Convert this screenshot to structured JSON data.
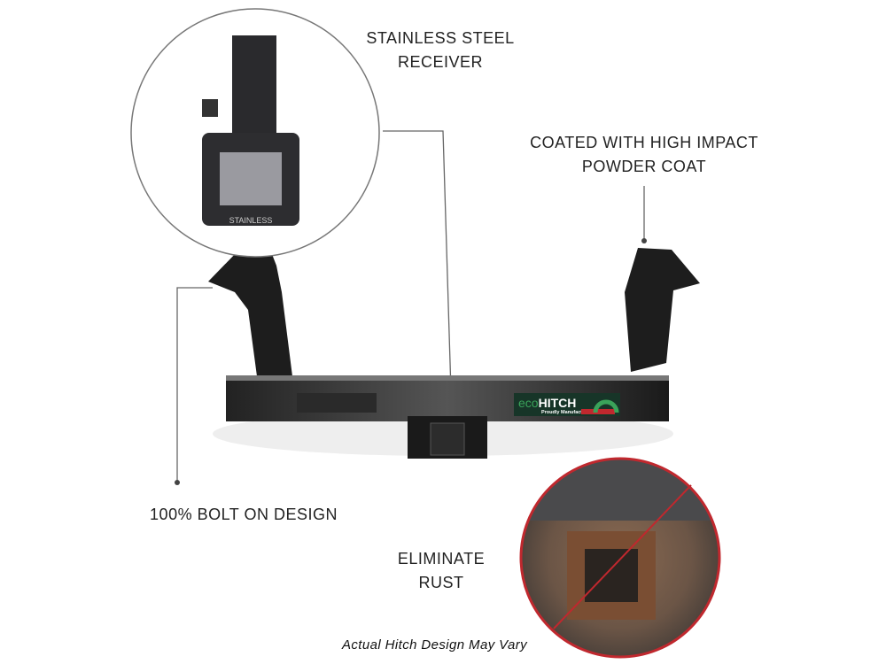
{
  "callouts": {
    "receiver": [
      "STAINLESS STEEL",
      "RECEIVER"
    ],
    "powder_coat": [
      "COATED WITH HIGH IMPACT",
      "POWDER COAT"
    ],
    "bolt_on": [
      "100% BOLT ON DESIGN"
    ],
    "rust": [
      "ELIMINATE",
      "RUST"
    ]
  },
  "receiver_stamp": "STAINLESS",
  "brand": {
    "logo_text": "ecoHITCH",
    "tagline": "Proudly Manufactured"
  },
  "footnote": "Actual Hitch Design May Vary",
  "colors": {
    "accent_red": "#c0282e",
    "brand_green": "#3aa35a",
    "hitch_black": "#1b1b1b"
  }
}
